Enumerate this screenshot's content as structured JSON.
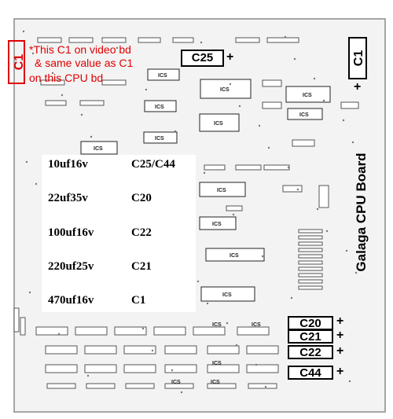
{
  "note": {
    "box_label": "C1",
    "lines": [
      "*This C1 on video bd",
      "& same value as C1",
      "on this CPU bd"
    ]
  },
  "top_cap": {
    "label": "C25",
    "plus": "+"
  },
  "right_cap": {
    "label": "C1",
    "plus": "+"
  },
  "board_title": "Galaga CPU Board",
  "legend": [
    {
      "value": "10uf16v",
      "refs": "C25/C44"
    },
    {
      "value": "22uf35v",
      "refs": "C20"
    },
    {
      "value": "100uf16v",
      "refs": "C22"
    },
    {
      "value": "220uf25v",
      "refs": "C21"
    },
    {
      "value": "470uf16v",
      "refs": "C1"
    }
  ],
  "bottom_caps": [
    {
      "label": "C20",
      "plus": "+"
    },
    {
      "label": "C21",
      "plus": "+"
    },
    {
      "label": "C22",
      "plus": "+"
    },
    {
      "label": "C44",
      "plus": "+"
    }
  ],
  "chip_label": "ICS",
  "colors": {
    "note": "#e00000",
    "ink": "#000000",
    "board": "#f4f4f4"
  }
}
